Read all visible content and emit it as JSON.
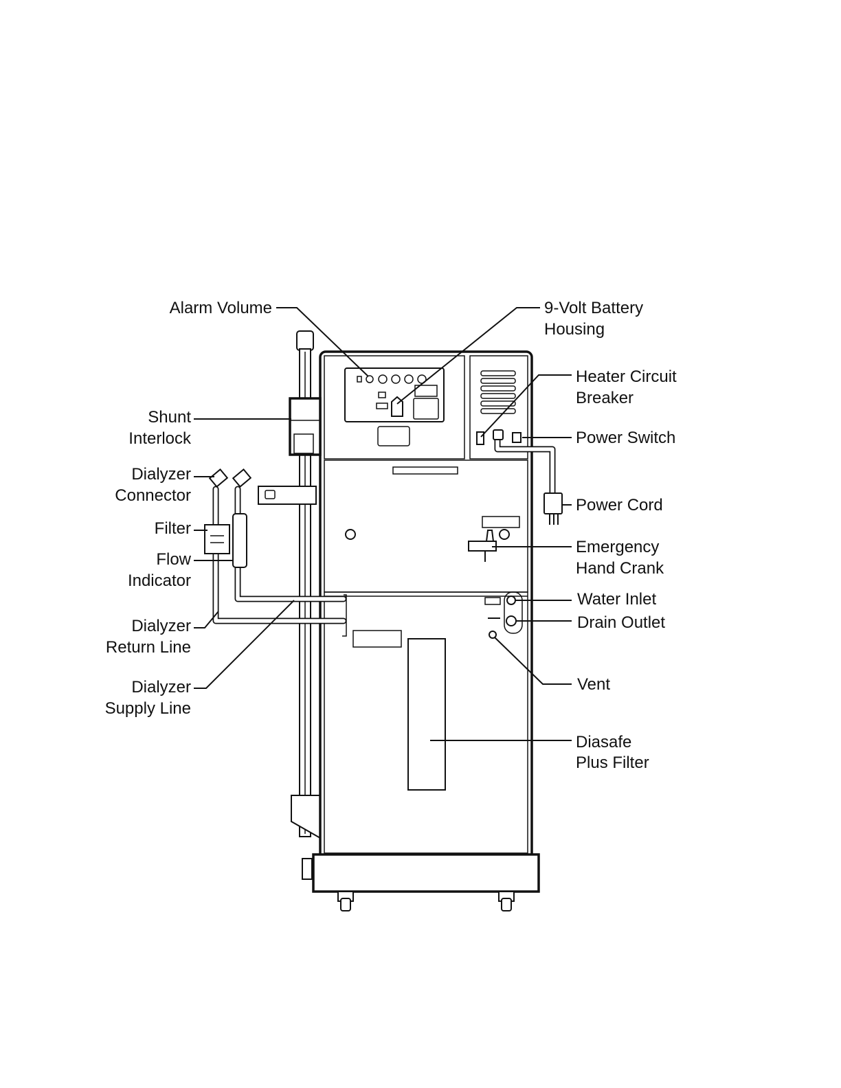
{
  "labels": {
    "alarm_volume": "Alarm Volume",
    "battery_1": "9-Volt Battery",
    "battery_2": "Housing",
    "heater_1": "Heater Circuit",
    "heater_2": "Breaker",
    "power_switch": "Power Switch",
    "power_cord": "Power Cord",
    "crank_1": "Emergency",
    "crank_2": "Hand Crank",
    "water_inlet": "Water Inlet",
    "drain_outlet": "Drain Outlet",
    "vent": "Vent",
    "diasafe_1": "Diasafe",
    "diasafe_2": "Plus Filter",
    "shunt_1": "Shunt",
    "shunt_2": "Interlock",
    "connector_1": "Dialyzer",
    "connector_2": "Connector",
    "filter": "Filter",
    "flow_1": "Flow",
    "flow_2": "Indicator",
    "return_1": "Dialyzer",
    "return_2": "Return Line",
    "supply_1": "Dialyzer",
    "supply_2": "Supply Line"
  },
  "colors": {
    "ink": "#111111",
    "background": "#ffffff"
  }
}
